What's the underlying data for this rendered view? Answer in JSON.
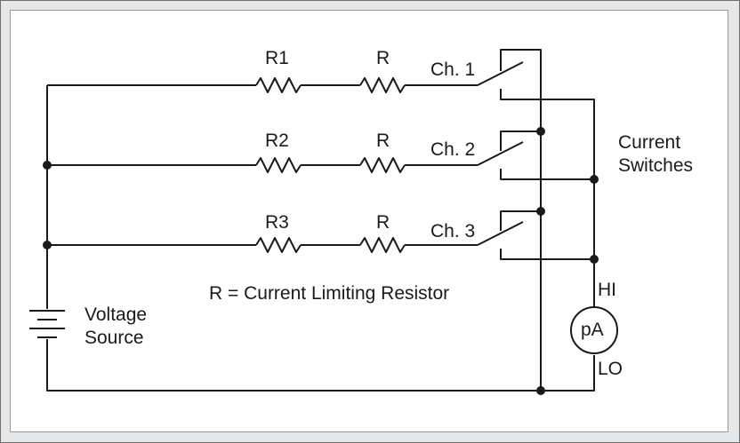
{
  "resistors": {
    "r1": "R1",
    "r2": "R2",
    "r3": "R3",
    "limit_1": "R",
    "limit_2": "R",
    "limit_3": "R"
  },
  "channels": {
    "ch1": "Ch. 1",
    "ch2": "Ch. 2",
    "ch3": "Ch. 3"
  },
  "switches_label": {
    "line1": "Current",
    "line2": "Switches"
  },
  "source_label": {
    "line1": "Voltage",
    "line2": "Source"
  },
  "legend_note": "R = Current Limiting Resistor",
  "meter": {
    "symbol": "pA",
    "hi": "HI",
    "lo": "LO"
  }
}
